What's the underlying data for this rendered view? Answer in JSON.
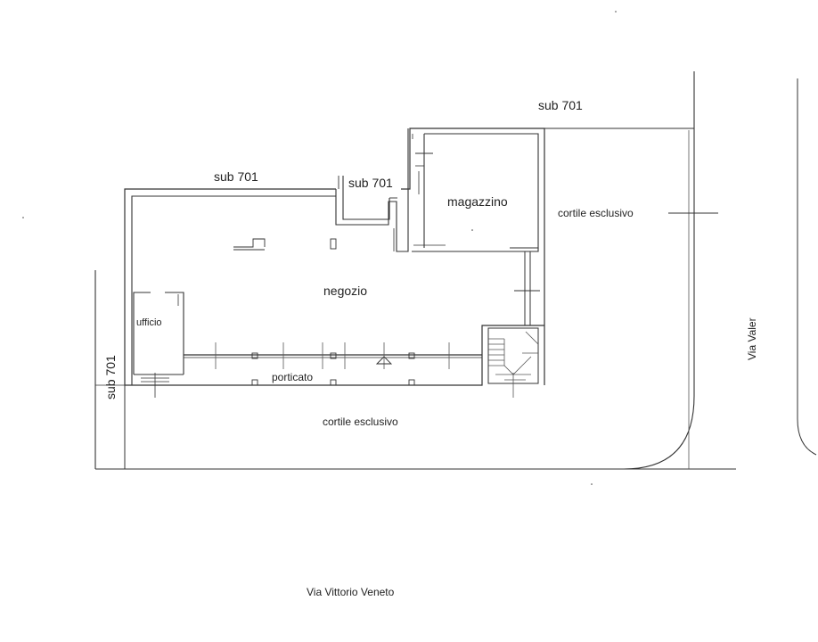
{
  "plan": {
    "labels": {
      "sub_top": "sub 701",
      "sub_left_top": "sub 701",
      "sub_mid": "sub 701",
      "sub_left": "sub 701",
      "magazzino": "magazzino",
      "negozio": "negozio",
      "ufficio": "ufficio",
      "porticato": "porticato",
      "cortile_right": "cortile esclusivo",
      "cortile_bottom": "cortile esclusivo",
      "via_valer": "Via Valer",
      "via_vittorio": "Via Vittorio Veneto"
    },
    "colors": {
      "line": "#333333",
      "text": "#222222"
    }
  }
}
